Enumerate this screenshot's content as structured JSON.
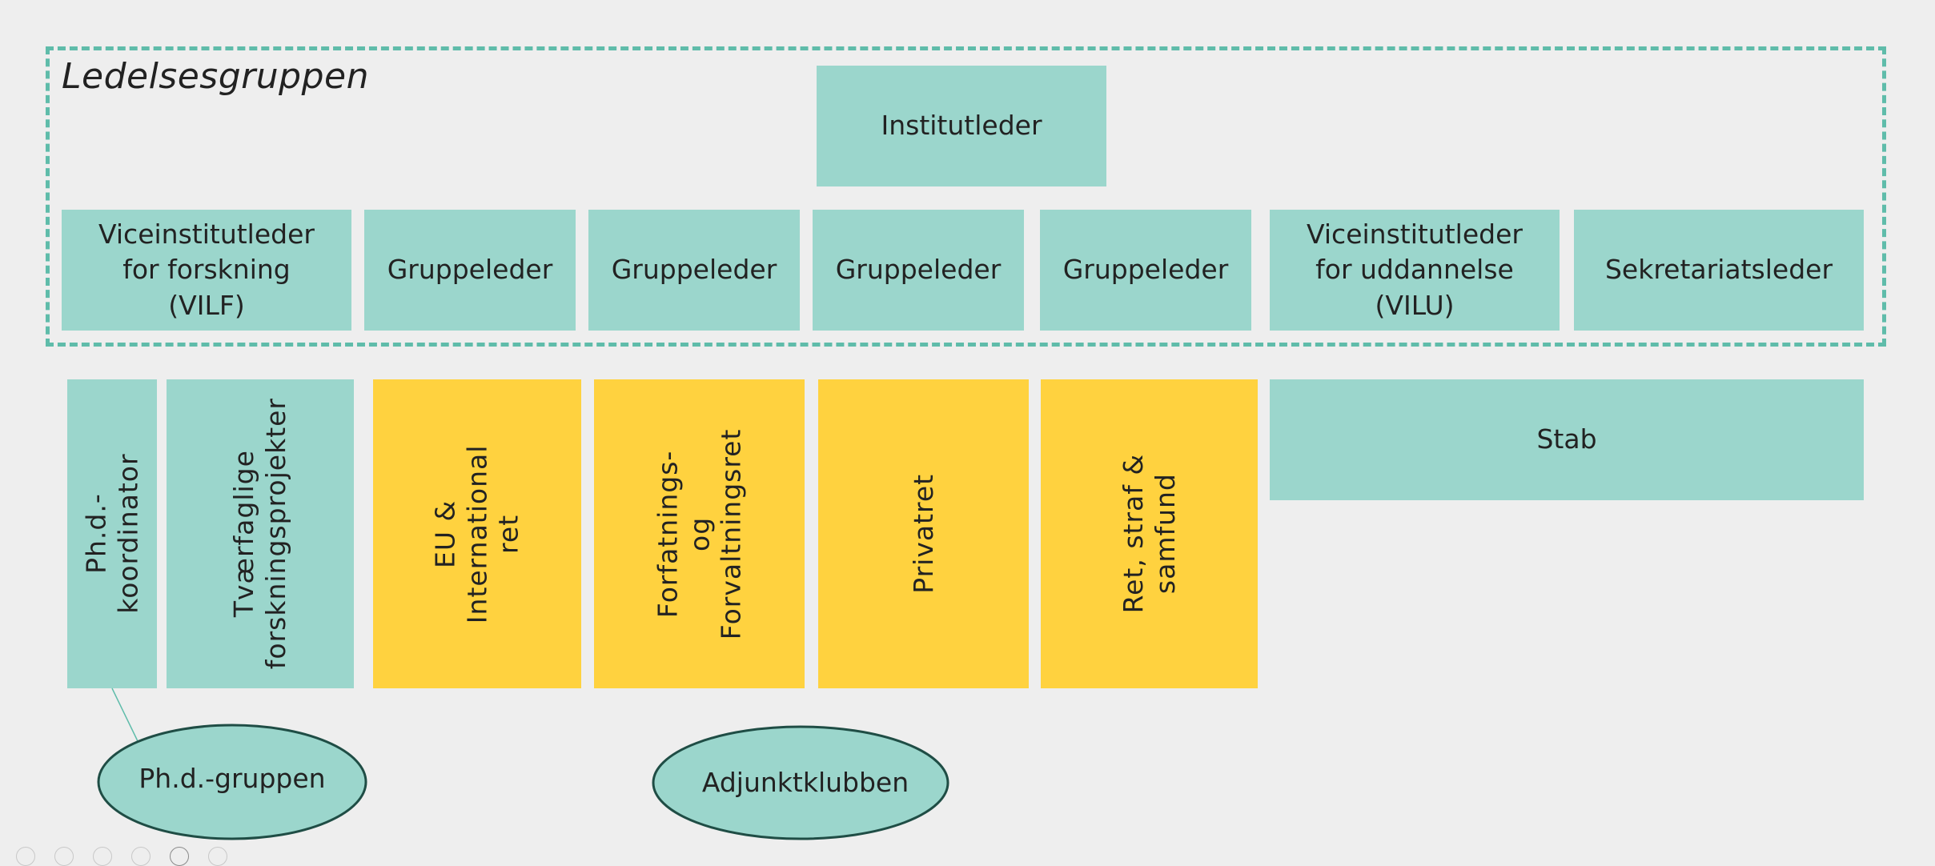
{
  "colors": {
    "background": "#eeeeee",
    "teal_box": "#9bd6cc",
    "yellow_box": "#ffd23f",
    "dashed_border": "#5fbcaa",
    "ellipse_stroke": "#1f4d45",
    "text": "#222222"
  },
  "leadership_group": {
    "title": "Ledelsesgruppen",
    "head": "Institutleder",
    "members": [
      "Viceinstitutleder\nfor forskning\n(VILF)",
      "Gruppeleder",
      "Gruppeleder",
      "Gruppeleder",
      "Gruppeleder",
      "Viceinstitutleder\nfor uddannelse\n(VILU)",
      "Sekretariatsleder"
    ]
  },
  "units": {
    "phd_coordinator": "Ph.d.-koordinator",
    "interdisciplinary": "Tværfaglige\nforskningsprojekter",
    "research_groups": [
      "EU &\nInternational ret",
      "Forfatnings- og\nForvaltningsret",
      "Privatret",
      "Ret, straf &\nsamfund"
    ],
    "staff": "Stab"
  },
  "groups": {
    "phd_group": "Ph.d.-gruppen",
    "adjunct_club": "Adjunktklubben"
  },
  "slide_nav": {
    "dot_count": 6,
    "active_index": 4
  }
}
